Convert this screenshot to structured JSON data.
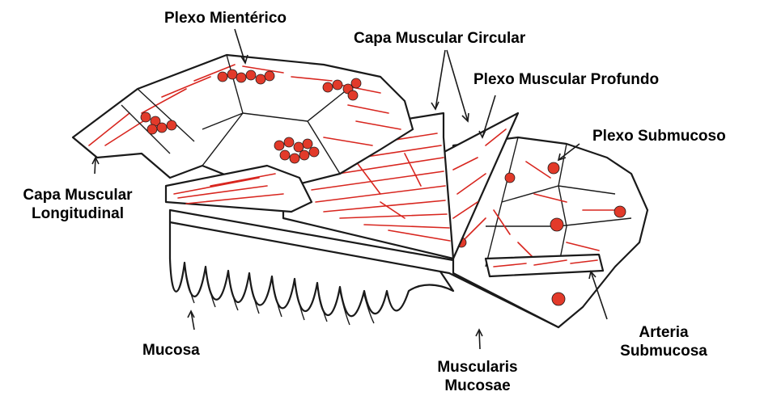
{
  "labels": {
    "plexo_mienterico": "Plexo Mientérico",
    "capa_muscular_circular": "Capa Muscular Circular",
    "plexo_muscular_profundo": "Plexo Muscular Profundo",
    "plexo_submucoso": "Plexo Submucoso",
    "capa_muscular_longitudinal_1": "Capa Muscular",
    "capa_muscular_longitudinal_2": "Longitudinal",
    "mucosa": "Mucosa",
    "muscularis_mucosae_1": "Muscularis",
    "muscularis_mucosae_2": "Mucosae",
    "arteria_submucosa_1": "Arteria",
    "arteria_submucosa_2": "Submucosa"
  },
  "colors": {
    "fiber": "#d8261f",
    "ganglion": "#e23a2a",
    "outline": "#1a1a1a",
    "background": "#ffffff"
  }
}
